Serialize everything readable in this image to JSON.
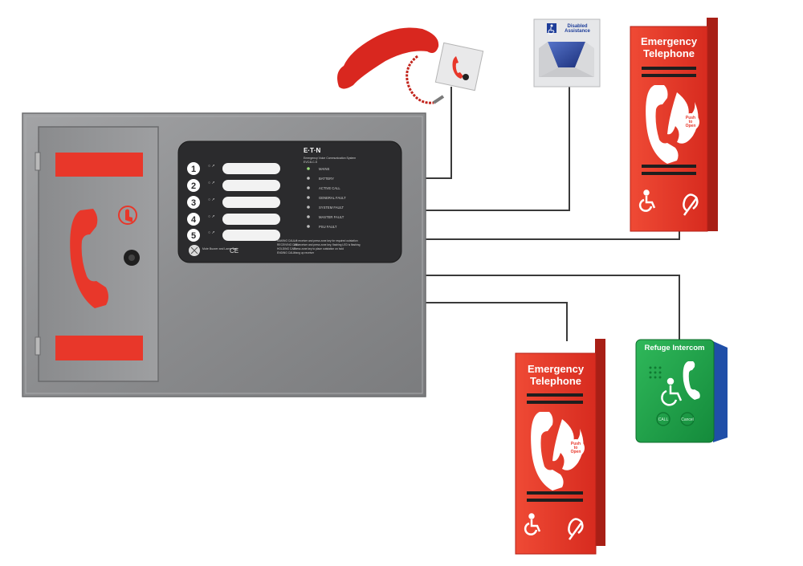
{
  "panel": {
    "brand": "E·T·N",
    "system_title": "Emergency Voice Communication System",
    "model": "EVC4LC-S",
    "zones": [
      "1",
      "2",
      "3",
      "4",
      "5"
    ],
    "status_labels": [
      "MAINS",
      "BATTERY",
      "ACTIVE CALL",
      "GENERAL FAULT",
      "SYSTEM FAULT",
      "MASTER FAULT",
      "PSU FAULT"
    ],
    "instructions": [
      {
        "key": "MAKING CALL:",
        "text": "Lift receiver and press zone key for required outstation"
      },
      {
        "key": "RECEIVING CALL:",
        "text": "Lift receiver and press zone key, flashing LED is flashing"
      },
      {
        "key": "HOLDING CALL:",
        "text": "Press zone key to place outstation on hold"
      },
      {
        "key": "ENDING CALL:",
        "text": "Hang up receiver"
      }
    ],
    "mute_label": "Mute Buzzer and Lamp Test",
    "ce_mark": "CE"
  },
  "disabled_call_point": {
    "label_line1": "Disabled",
    "label_line2": "Assistance",
    "icon": "wheelchair-icon"
  },
  "outstation_top": {
    "title_line1": "Emergency",
    "title_line2": "Telephone",
    "badge_line1": "Push",
    "badge_line2": "to",
    "badge_line3": "Open"
  },
  "outstation_bottom": {
    "title_line1": "Emergency",
    "title_line2": "Telephone",
    "badge_line1": "Push",
    "badge_line2": "to",
    "badge_line3": "Open"
  },
  "refuge_intercom": {
    "title": "Refuge Intercom",
    "call_label": "CALL",
    "cancel_label": "Cancel"
  },
  "colors": {
    "panel_grey": "#8f9092",
    "outstation_red": "#e8372a",
    "intercom_green": "#1ea34a",
    "wire": "#3a3a3a"
  }
}
